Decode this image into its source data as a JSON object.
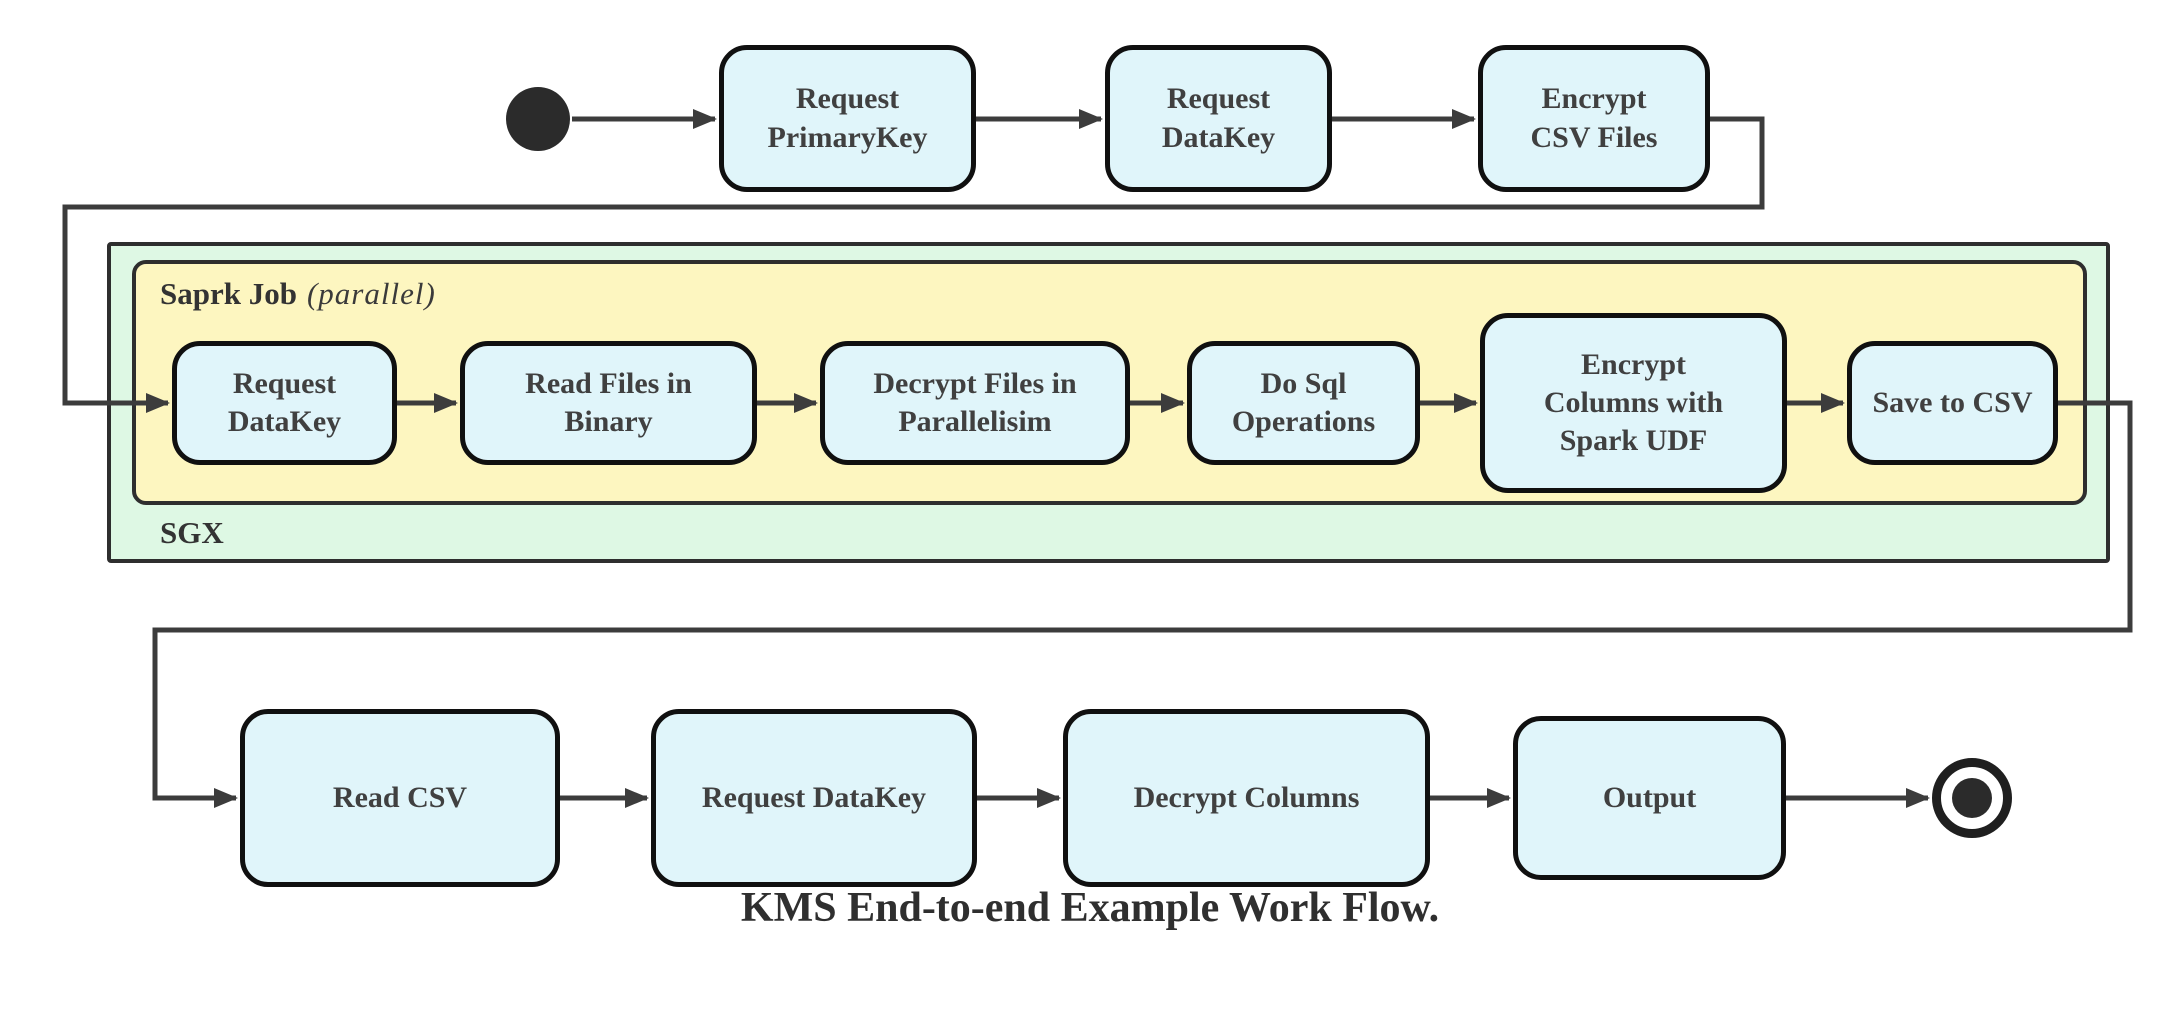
{
  "caption": "KMS End-to-end Example Work Flow.",
  "colors": {
    "node_fill": "#e0f5fa",
    "node_border": "#101010",
    "sgx_fill": "#def8e4",
    "spark_fill": "#fdf6c0",
    "container_border": "#2e2e2e",
    "edge": "#3c3c3c",
    "text": "#404040",
    "state": "#2b2b2b"
  },
  "icons": {
    "start": "filled-circle-initial-state",
    "end": "bullseye-final-state"
  },
  "containers": {
    "sgx": {
      "label": "SGX"
    },
    "spark": {
      "label": "Saprk Job",
      "annotation": "(parallel)"
    }
  },
  "rows": {
    "top": [
      {
        "label": "Request\nPrimaryKey"
      },
      {
        "label": "Request\nDataKey"
      },
      {
        "label": "Encrypt\nCSV Files"
      }
    ],
    "middle": [
      {
        "label": "Request\nDataKey"
      },
      {
        "label": "Read Files in\nBinary"
      },
      {
        "label": "Decrypt Files in\nParallelisim"
      },
      {
        "label": "Do Sql\nOperations"
      },
      {
        "label": "Encrypt\nColumns with\nSpark UDF"
      },
      {
        "label": "Save to CSV"
      }
    ],
    "bottom": [
      {
        "label": "Read CSV"
      },
      {
        "label": "Request DataKey"
      },
      {
        "label": "Decrypt Columns"
      },
      {
        "label": "Output"
      }
    ]
  }
}
